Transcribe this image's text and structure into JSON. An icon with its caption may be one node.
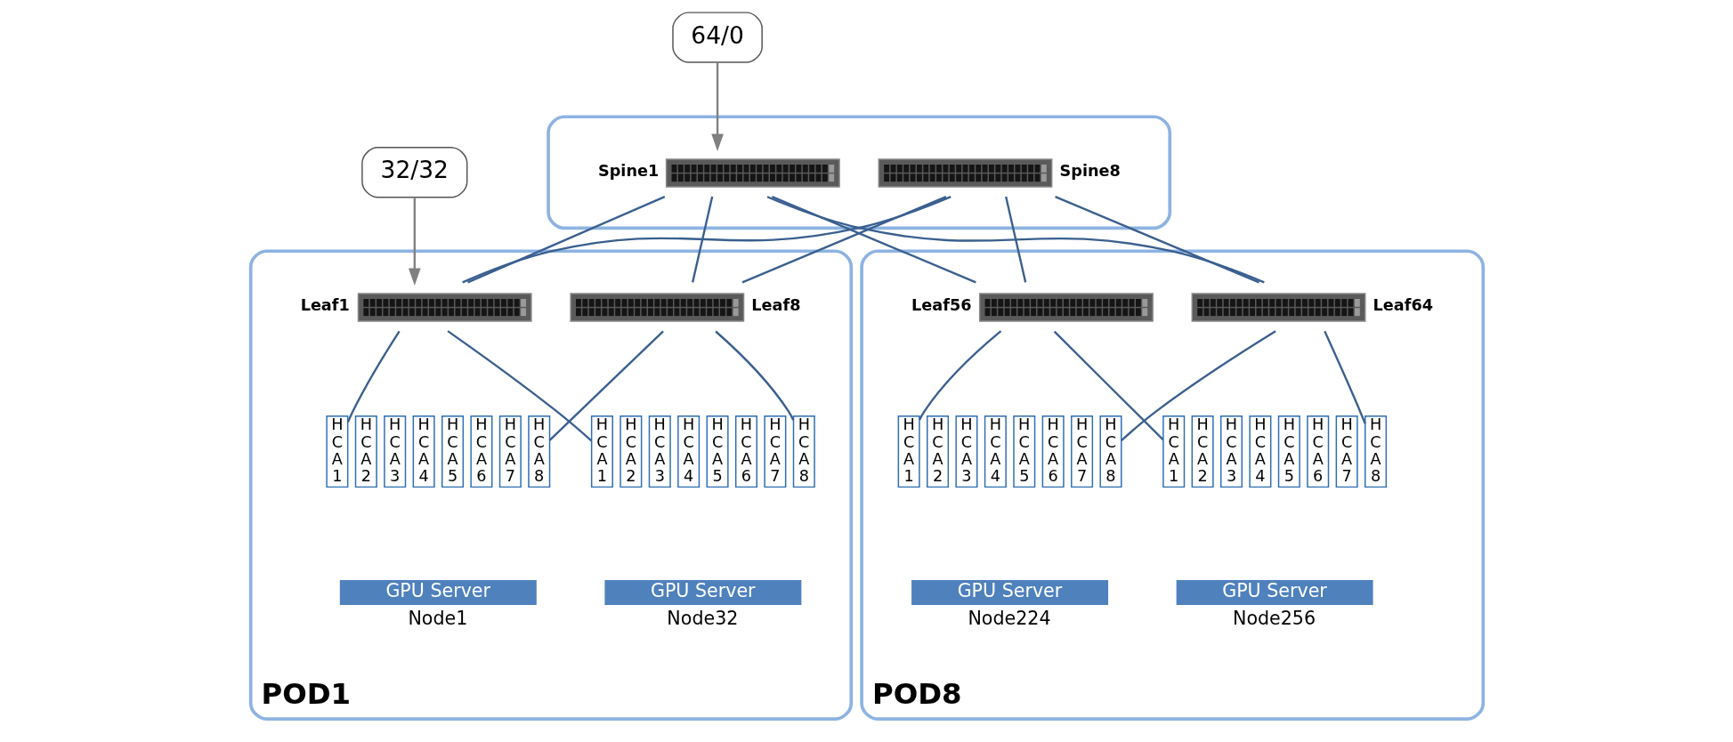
{
  "diagram": {
    "nodes": [
      {
        "text": [
          "64/0"
        ]
      },
      {
        "text": [
          "32/32"
        ]
      },
      {
        "text": [],
        "shape": "box"
      },
      {
        "text": [],
        "shape": "picture",
        "beside": [
          "Spine1"
        ],
        "in": 2
      },
      {
        "text": [],
        "shape": "picture",
        "beside": [
          "Spine8"
        ],
        "in": 2
      },
      {
        "text": [
          "POD1"
        ]
      },
      {
        "text": [],
        "shape": "picture",
        "beside": [
          "Leaf1"
        ],
        "in": 5
      },
      {
        "text": [],
        "shape": "picture",
        "beside": [
          "Leaf8"
        ],
        "in": 5
      },
      {
        "text": [
          "GPU Server"
        ],
        "beside": [
          "Node1"
        ],
        "in": 5
      },
      {
        "text": [
          "HCA1"
        ],
        "in": 5
      },
      {
        "text": [
          "HCA2"
        ],
        "in": 5
      },
      {
        "text": [
          "HCA3"
        ],
        "in": 5
      },
      {
        "text": [
          "HCA4"
        ],
        "in": 5
      },
      {
        "text": [
          "HCA5"
        ],
        "in": 5
      },
      {
        "text": [
          "HCA6"
        ],
        "in": 5
      },
      {
        "text": [
          "HCA7"
        ],
        "in": 5
      },
      {
        "text": [
          "HCA8"
        ],
        "in": 5
      },
      {
        "text": [
          "GPU Server"
        ],
        "beside": [
          "Node32"
        ],
        "in": 5
      },
      {
        "text": [
          "HCA1"
        ],
        "in": 5
      },
      {
        "text": [
          "HCA2"
        ],
        "in": 5
      },
      {
        "text": [
          "HCA3"
        ],
        "in": 5
      },
      {
        "text": [
          "HCA4"
        ],
        "in": 5
      },
      {
        "text": [
          "HCA5"
        ],
        "in": 5
      },
      {
        "text": [
          "HCA6"
        ],
        "in": 5
      },
      {
        "text": [
          "HCA7"
        ],
        "in": 5
      },
      {
        "text": [
          "HCA8"
        ],
        "in": 5
      },
      {
        "text": [
          "POD8"
        ]
      },
      {
        "text": [],
        "shape": "picture",
        "beside": [
          "Leaf56"
        ],
        "in": 26
      },
      {
        "text": [],
        "shape": "picture",
        "beside": [
          "Leaf64"
        ],
        "in": 26
      },
      {
        "text": [
          "GPU Server"
        ],
        "beside": [
          "Node224"
        ],
        "in": 26
      },
      {
        "text": [
          "HCA1"
        ],
        "in": 26
      },
      {
        "text": [
          "HCA2"
        ],
        "in": 26
      },
      {
        "text": [
          "HCA3"
        ],
        "in": 26
      },
      {
        "text": [
          "HCA4"
        ],
        "in": 26
      },
      {
        "text": [
          "HCA5"
        ],
        "in": 26
      },
      {
        "text": [
          "HCA6"
        ],
        "in": 26
      },
      {
        "text": [
          "HCA7"
        ],
        "in": 26
      },
      {
        "text": [
          "HCA8"
        ],
        "in": 26
      },
      {
        "text": [
          "GPU Server"
        ],
        "beside": [
          "Node256"
        ],
        "in": 26
      },
      {
        "text": [
          "HCA1"
        ],
        "in": 26
      },
      {
        "text": [
          "HCA2"
        ],
        "in": 26
      },
      {
        "text": [
          "HCA3"
        ],
        "in": 26
      },
      {
        "text": [
          "HCA4"
        ],
        "in": 26
      },
      {
        "text": [
          "HCA5"
        ],
        "in": 26
      },
      {
        "text": [
          "HCA6"
        ],
        "in": 26
      },
      {
        "text": [
          "HCA7"
        ],
        "in": 26
      },
      {
        "text": [
          "HCA8"
        ],
        "in": 26
      }
    ],
    "edges": [
      {
        "from": 0,
        "to": 3,
        "arrow": "to",
        "color": "#808080"
      },
      {
        "from": 1,
        "to": 6,
        "arrow": "to",
        "color": "#808080"
      },
      {
        "from": 3,
        "to": 6,
        "arrow": "none"
      },
      {
        "from": 3,
        "to": 7,
        "arrow": "none"
      },
      {
        "from": 3,
        "to": 27,
        "arrow": "none"
      },
      {
        "from": 3,
        "to": 28,
        "arrow": "none"
      },
      {
        "from": 4,
        "to": 6,
        "arrow": "none"
      },
      {
        "from": 4,
        "to": 7,
        "arrow": "none"
      },
      {
        "from": 4,
        "to": 27,
        "arrow": "none"
      },
      {
        "from": 4,
        "to": 28,
        "arrow": "none"
      },
      {
        "from": 6,
        "to": 9,
        "arrow": "none"
      },
      {
        "from": 6,
        "to": 18,
        "arrow": "none"
      },
      {
        "from": 7,
        "to": 16,
        "arrow": "none"
      },
      {
        "from": 7,
        "to": 25,
        "arrow": "none"
      },
      {
        "from": 27,
        "to": 30,
        "arrow": "none"
      },
      {
        "from": 27,
        "to": 39,
        "arrow": "none"
      },
      {
        "from": 28,
        "to": 37,
        "arrow": "none"
      },
      {
        "from": 28,
        "to": 46,
        "arrow": "none"
      }
    ]
  }
}
